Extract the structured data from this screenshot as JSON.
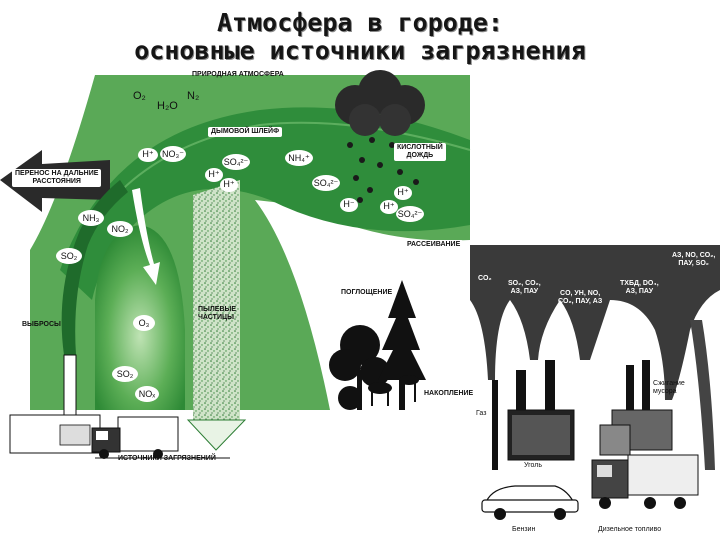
{
  "title": {
    "line1": "Атмосфера в городе:",
    "line2": "основные источники загрязнения"
  },
  "diagram_labels": {
    "natural_atmosphere": "ПРИРОДНАЯ АТМОСФЕРА",
    "smoke_plume": "ДЫМОВОЙ ШЛЕЙФ",
    "acid_rain_1": "КИСЛОТНЫЙ",
    "acid_rain_2": "ДОЖДЬ",
    "long_range_1": "ПЕРЕНОС НА ДАЛЬНИЕ",
    "long_range_2": "РАССТОЯНИЯ",
    "dispersion": "РАССЕИВАНИЕ",
    "absorption": "ПОГЛОЩЕНИЕ",
    "emissions": "ВЫБРОСЫ",
    "dust_1": "ПЫЛЕВЫЕ",
    "dust_2": "ЧАСТИЦЫ",
    "accumulation": "НАКОПЛЕНИЕ",
    "sources": "ИСТОЧНИКИ ЗАГРЯЗНЕНИЙ"
  },
  "chemicals": {
    "o2": "O₂",
    "h2o": "H₂O",
    "n2": "N₂",
    "h_plus": "H⁺",
    "no3": "NO₃⁻",
    "so4": "SO₄²⁻",
    "nh4": "NH₄⁺",
    "nh3": "NH₃",
    "no2": "NO₂",
    "so2": "SO₂",
    "o3": "O₃",
    "nox": "NOₓ",
    "h_minus": "H⁻"
  },
  "city_labels": {
    "co2": "CO₂",
    "stack1_1": "SO₂, CO₂,",
    "stack1_2": "АЗ, ПАУ",
    "stack2_1": "CO, УН, NO,",
    "stack2_2": "CO₂, ПАУ, АЗ",
    "stack3_1": "ТХБД, DO₄,",
    "stack3_2": "АЗ, ПАУ",
    "stack4_1": "АЗ, NO, CO₂,",
    "stack4_2": "ПАУ, SO₂",
    "waste_1": "Сжигание",
    "waste_2": "мусора",
    "gas": "Газ",
    "coal": "Уголь",
    "petrol": "Бензин",
    "diesel": "Дизельное топливо"
  }
}
